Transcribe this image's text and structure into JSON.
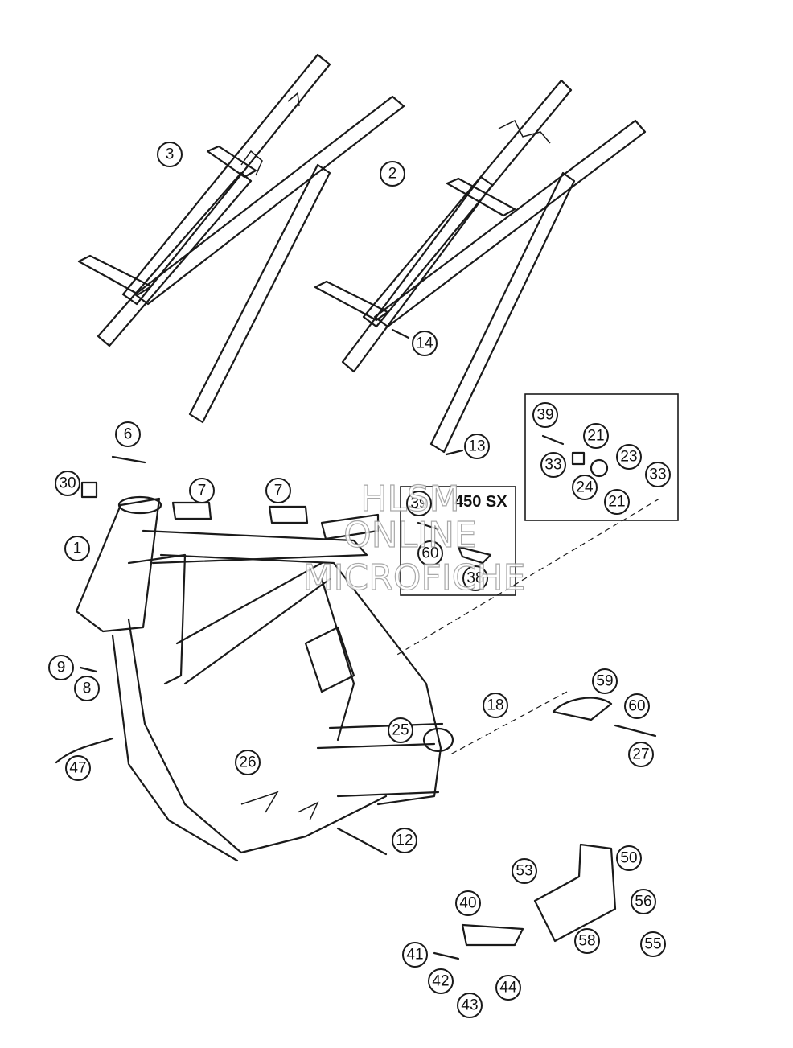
{
  "diagram": {
    "inset_label": "450 SX",
    "watermark": [
      "HLSM",
      "ONLINE",
      "MICROFICHE"
    ],
    "callouts": [
      "1",
      "2",
      "3",
      "6",
      "7",
      "7",
      "8",
      "9",
      "12",
      "13",
      "14",
      "18",
      "21",
      "21",
      "23",
      "24",
      "25",
      "26",
      "27",
      "30",
      "33",
      "33",
      "38",
      "39",
      "39",
      "40",
      "41",
      "42",
      "43",
      "44",
      "47",
      "50",
      "53",
      "55",
      "56",
      "58",
      "59",
      "60",
      "60"
    ]
  }
}
